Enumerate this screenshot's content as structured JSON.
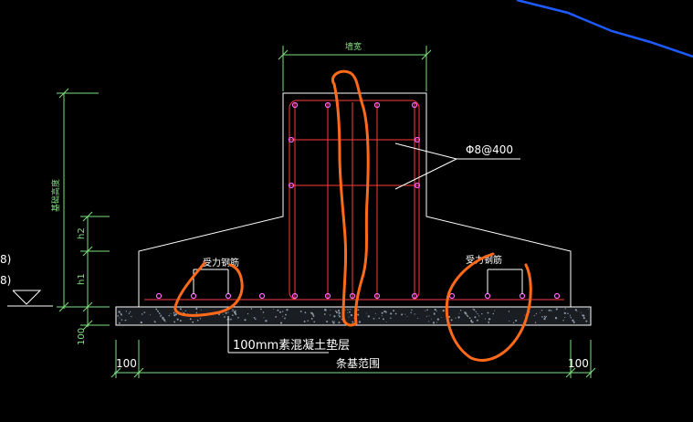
{
  "colors": {
    "background": "#000000",
    "outline": "#ffffff",
    "dimension": "#7ee07e",
    "rebar": "#ff3b3b",
    "stirrup_dot": "#ff66ff",
    "annotation_marker": "#ff6a1a",
    "external_line": "#1e5bff",
    "concrete_pad": "#7d8a99"
  },
  "labels": {
    "column_width_top": "墙宽",
    "rebar_spec": "Φ8@400",
    "left_edge_rebar": "受力钢筋",
    "right_edge_rebar": "受力钢筋",
    "cushion_label": "100mm素混凝土垫层",
    "base_range": "条基范围",
    "dim_left_100": "100",
    "dim_right_100": "100",
    "dim_h1": "h1",
    "dim_h2": "h2",
    "dim_vertical_100": "100",
    "dim_left_total": "基础高度",
    "partial_left_top": "8)",
    "partial_left_bottom": "8)"
  }
}
